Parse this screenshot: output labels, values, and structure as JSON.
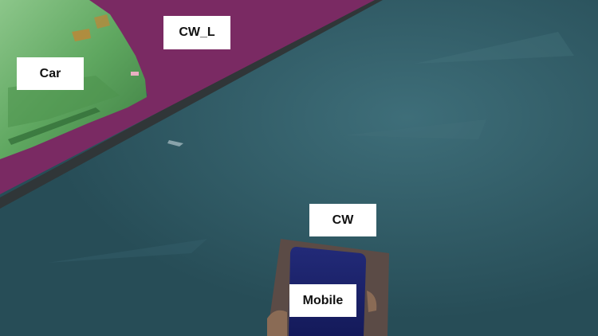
{
  "segments": [
    {
      "id": "cw_l",
      "label": "CW_L",
      "color": "#7a2a63"
    },
    {
      "id": "car",
      "label": "Car",
      "color": "#5aa35c"
    },
    {
      "id": "cw",
      "label": "CW",
      "color": "#2b5560"
    },
    {
      "id": "mobile",
      "label": "Mobile",
      "color": "#1c2470"
    }
  ],
  "colors": {
    "ground": "#2b5560",
    "ground_light": "#3b6a75",
    "border_strip": "#303638",
    "hand_region": "#5b4b46"
  }
}
